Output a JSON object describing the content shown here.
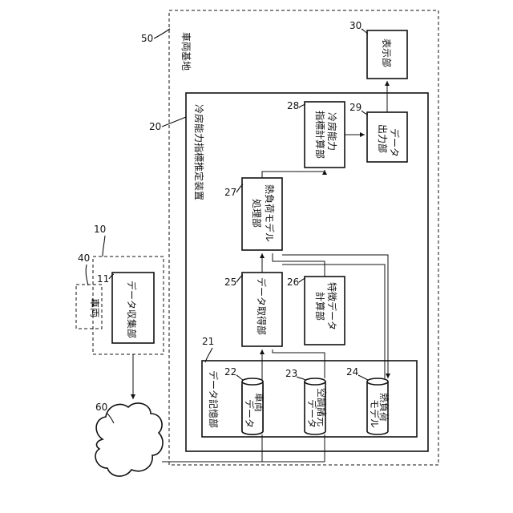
{
  "labels": {
    "base": "車両基地",
    "device": "冷房能力指標推定装置",
    "vehicle": "車両",
    "collector": "データ収集部",
    "storage": "データ記憶部",
    "acquisition": "データ取得部",
    "feature_calc": [
      "特徴データ",
      "計算部"
    ],
    "heat_model_proc": [
      "熱負荷モデル",
      "処理部"
    ],
    "cooling_calc": [
      "冷房能力",
      "指標計算部"
    ],
    "output": [
      "データ",
      "出力部"
    ],
    "display": "表示部",
    "vehicle_data": [
      "車両",
      "データ"
    ],
    "ac_data": [
      "空調諸元",
      "データ"
    ],
    "heat_model": [
      "熱負荷",
      "モデル"
    ]
  },
  "refs": {
    "r10": "10",
    "r11": "11",
    "r20": "20",
    "r21": "21",
    "r22": "22",
    "r23": "23",
    "r24": "24",
    "r25": "25",
    "r26": "26",
    "r27": "27",
    "r28": "28",
    "r29": "29",
    "r30": "30",
    "r40": "40",
    "r50": "50",
    "r60": "60"
  }
}
